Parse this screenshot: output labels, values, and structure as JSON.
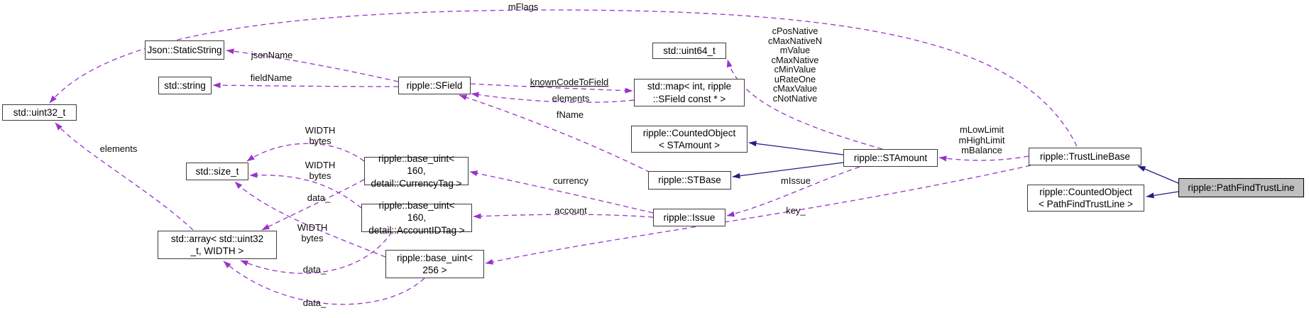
{
  "diagram": {
    "title": "Collaboration graph for ripple::PathFindTrustLine",
    "colors": {
      "usage_edge": "#9a32cd",
      "inheritance_edge": "#202080",
      "highlight_fill": "#bfbfbf",
      "node_border": "#3c3c3c",
      "background": "#ffffff"
    },
    "nodes": {
      "uint32": {
        "label": "std::uint32_t"
      },
      "static_string": {
        "label": "Json::StaticString"
      },
      "string": {
        "label": "std::string"
      },
      "sfield": {
        "label": "ripple::SField"
      },
      "uint64": {
        "label": "std::uint64_t"
      },
      "map": {
        "label": "std::map< int, ripple\n::SField const * >"
      },
      "co_stamount": {
        "label": "ripple::CountedObject\n< STAmount >"
      },
      "stbase": {
        "label": "ripple::STBase"
      },
      "stamount": {
        "label": "ripple::STAmount"
      },
      "issue": {
        "label": "ripple::Issue"
      },
      "trustlinebase": {
        "label": "ripple::TrustLineBase"
      },
      "pathfindtrustline": {
        "label": "ripple::PathFindTrustLine"
      },
      "co_pftl": {
        "label": "ripple::CountedObject\n< PathFindTrustLine >"
      },
      "size_t": {
        "label": "std::size_t"
      },
      "base_uint_currency": {
        "label": "ripple::base_uint<\n160, detail::CurrencyTag >"
      },
      "base_uint_account": {
        "label": "ripple::base_uint<\n160, detail::AccountIDTag >"
      },
      "base_uint_256": {
        "label": "ripple::base_uint<\n256 >"
      },
      "array": {
        "label": "std::array< std::uint32\n_t, WIDTH >"
      }
    },
    "edge_labels": {
      "mflags": "mFlags",
      "jsonname": "jsonName",
      "fieldname": "fieldName",
      "knowncodetofield": "knownCodeToField",
      "elements_map": "elements",
      "fname": "fName",
      "stamount_members": "cPosNative\ncMaxNativeN\nmValue\ncMaxNative\ncMinValue\nuRateOne\ncMaxValue\ncNotNative",
      "trustline_members": "mLowLimit\nmHighLimit\nmBalance",
      "missue": "mIssue",
      "key": "key_",
      "currency": "currency",
      "account": "account",
      "elements_array": "elements",
      "width_bytes_1": "WIDTH\nbytes",
      "width_bytes_2": "WIDTH\nbytes",
      "width_bytes_3": "WIDTH\nbytes",
      "data_1": "data_",
      "data_2": "data_",
      "data_3": "data_"
    }
  }
}
